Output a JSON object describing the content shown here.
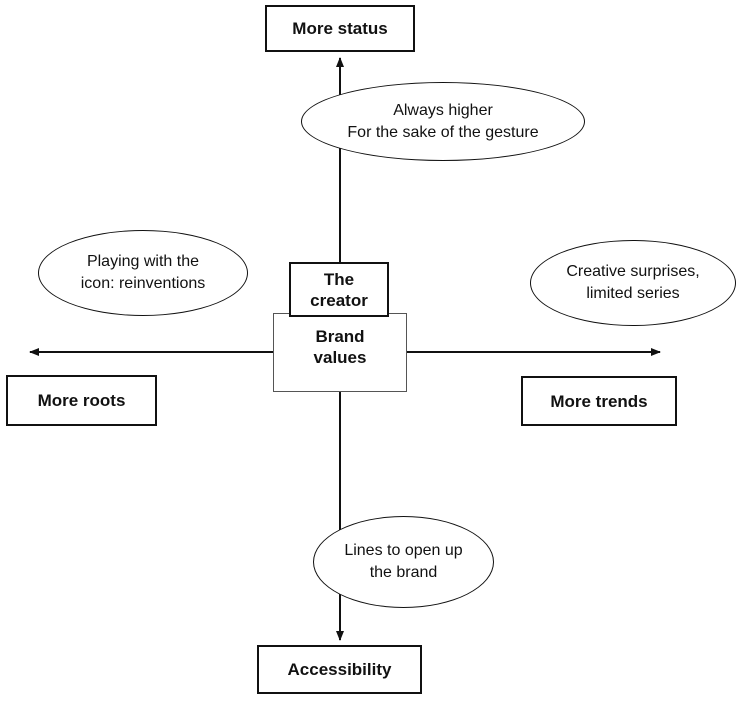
{
  "axes": {
    "top": "More status",
    "bottom": "Accessibility",
    "left": "More roots",
    "right": "More trends"
  },
  "center": {
    "brand": "Brand\nvalues",
    "creator": "The\ncreator"
  },
  "notes": {
    "top": "Always higher\nFor the sake of the gesture",
    "left": "Playing with the\nicon: reinventions",
    "right": "Creative surprises,\nlimited series",
    "bottom": "Lines to open up\nthe brand"
  },
  "colors": {
    "line": "#111111",
    "box_border": "#111111",
    "brand_border": "#555555",
    "background": "#ffffff"
  }
}
